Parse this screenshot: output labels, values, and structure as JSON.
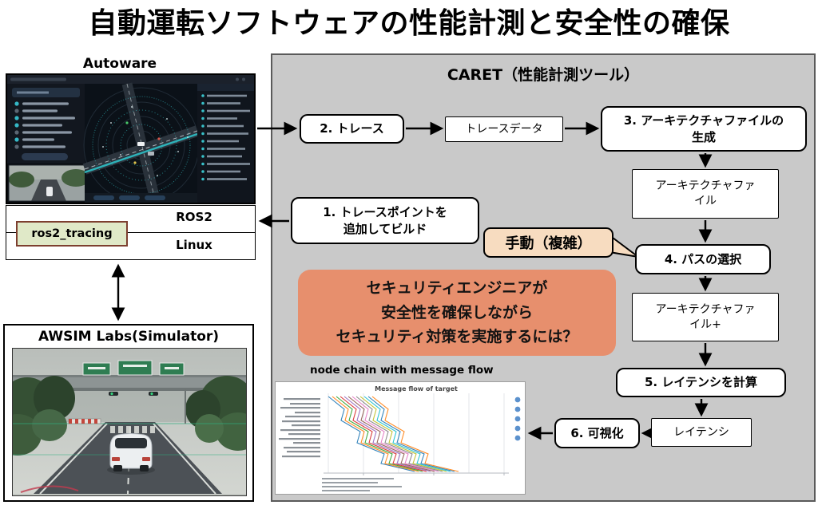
{
  "page": {
    "title": "自動運転ソフトウェアの性能計測と安全性の確保"
  },
  "left": {
    "autoware_title": "Autoware",
    "ros2": "ROS2",
    "linux": "Linux",
    "ros2_tracing": "ros2_tracing",
    "awsim_title": "AWSIM Labs(Simulator)"
  },
  "caret": {
    "panel_title": "CARET（性能計測ツール）",
    "step1": "1.  トレースポイントを\n追加してビルド",
    "step2": "2. トレース",
    "trace_data": "トレースデータ",
    "step3": "3. アーキテクチャファイルの\n生成",
    "arch_file": "アーキテクチャファ\nイル",
    "manual_bubble": "手動（複雑）",
    "step4": "4. パスの選択",
    "arch_file_plus": "アーキテクチャファ\nイル+",
    "step5": "5. レイテンシを計算",
    "latency": "レイテンシ",
    "step6": "6. 可視化",
    "security_question": "セキュリティエンジニアが\n安全性を確保しながら\nセキュリティ対策を実施するには？",
    "chart_caption": "node chain with message flow",
    "chart_title": "Message flow of target"
  },
  "colors": {
    "caret_panel_bg": "#c9c9c9",
    "security_box_bg": "#e78f6d",
    "manual_bubble_bg": "#f7dcc0",
    "ros2_tracing_bg": "#e0e9c8",
    "ros2_tracing_border": "#7d3f2f"
  }
}
